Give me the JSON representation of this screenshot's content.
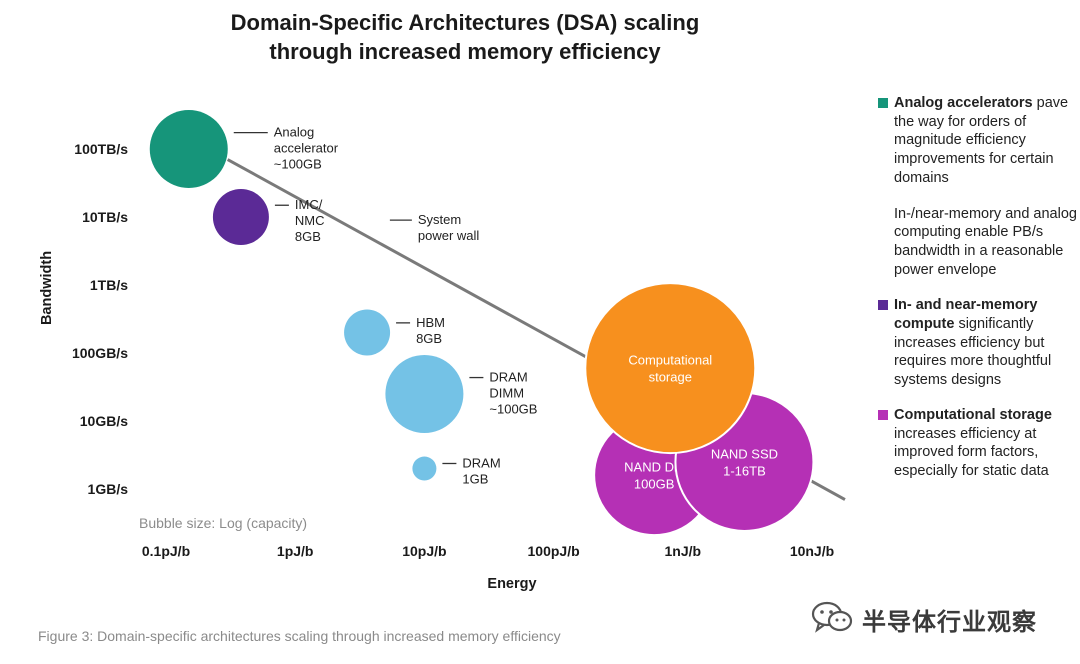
{
  "chart_data": {
    "type": "scatter",
    "title_line1": "Domain-Specific Architectures (DSA) scaling",
    "title_line2": "through increased memory efficiency",
    "xlabel": "Energy",
    "ylabel": "Bandwidth",
    "x_scale": "log",
    "y_scale": "log",
    "x_ticks": [
      "0.1pJ/b",
      "1pJ/b",
      "10pJ/b",
      "100pJ/b",
      "1nJ/b",
      "10nJ/b"
    ],
    "y_ticks": [
      "100TB/s",
      "10TB/s",
      "1TB/s",
      "100GB/s",
      "10GB/s",
      "1GB/s"
    ],
    "size_note": "Bubble size: Log (capacity)",
    "grid": false,
    "trend_line": {
      "label_lines": [
        "System",
        "power wall"
      ],
      "from": {
        "energy_pJ": 0.3,
        "bandwidth_GBps": 70000
      },
      "to": {
        "energy_pJ": 18000,
        "bandwidth_GBps": 0.7
      }
    },
    "bubbles": [
      {
        "name": "Analog accelerator",
        "energy_pJ": 0.15,
        "bandwidth_GBps": 100000,
        "capacity": "~100GB",
        "color": "#16957a",
        "label_lines": [
          "Analog",
          "accelerator",
          "~100GB"
        ],
        "label_inside": false
      },
      {
        "name": "IMC/NMC",
        "energy_pJ": 0.38,
        "bandwidth_GBps": 10000,
        "capacity": "8GB",
        "color": "#5b2a96",
        "label_lines": [
          "IMC/",
          "NMC",
          "8GB"
        ],
        "label_inside": false
      },
      {
        "name": "HBM",
        "energy_pJ": 3.6,
        "bandwidth_GBps": 200,
        "capacity": "8GB",
        "color": "#74c2e6",
        "label_lines": [
          "HBM",
          "8GB"
        ],
        "label_inside": false
      },
      {
        "name": "DRAM DIMM",
        "energy_pJ": 10,
        "bandwidth_GBps": 25,
        "capacity": "~100GB",
        "color": "#74c2e6",
        "label_lines": [
          "DRAM",
          "DIMM",
          "~100GB"
        ],
        "label_inside": false
      },
      {
        "name": "DRAM",
        "energy_pJ": 10,
        "bandwidth_GBps": 2,
        "capacity": "1GB",
        "color": "#74c2e6",
        "label_lines": [
          "DRAM",
          "1GB"
        ],
        "label_inside": false
      },
      {
        "name": "NAND Die",
        "energy_pJ": 600,
        "bandwidth_GBps": 1.6,
        "capacity": "100GB",
        "color": "#b530b5",
        "label_lines": [
          "NAND Die",
          "100GB"
        ],
        "label_inside": true
      },
      {
        "name": "NAND SSD",
        "energy_pJ": 3000,
        "bandwidth_GBps": 2.5,
        "capacity": "1-16TB",
        "color": "#b530b5",
        "label_lines": [
          "NAND SSD",
          "1-16TB"
        ],
        "label_inside": true
      },
      {
        "name": "Computational storage",
        "energy_pJ": 800,
        "bandwidth_GBps": 60,
        "capacity": "",
        "color": "#f7901e",
        "label_lines": [
          "Computational",
          "storage"
        ],
        "label_inside": true
      }
    ]
  },
  "legend": {
    "items": [
      {
        "color": "#16957a",
        "bold": "Analog accelerators",
        "rest": " pave the way for orders of magnitude efficiency improvements for certain domains"
      },
      {
        "color": "#5b2a96",
        "bold": "In- and near-memory compute",
        "rest": " significantly increases efficiency but requires more thoughtful systems designs"
      },
      {
        "color": "#b530b5",
        "bold": "Computational storage",
        "rest": " increases efficiency at improved form factors, especially for static data"
      }
    ],
    "note": "In-/near-memory and analog computing enable PB/s bandwidth in a reasonable power envelope"
  },
  "caption": "Figure 3: Domain-specific architectures scaling through increased memory efficiency",
  "watermark": {
    "text": "半导体行业观察",
    "icon": "wechat-icon"
  }
}
